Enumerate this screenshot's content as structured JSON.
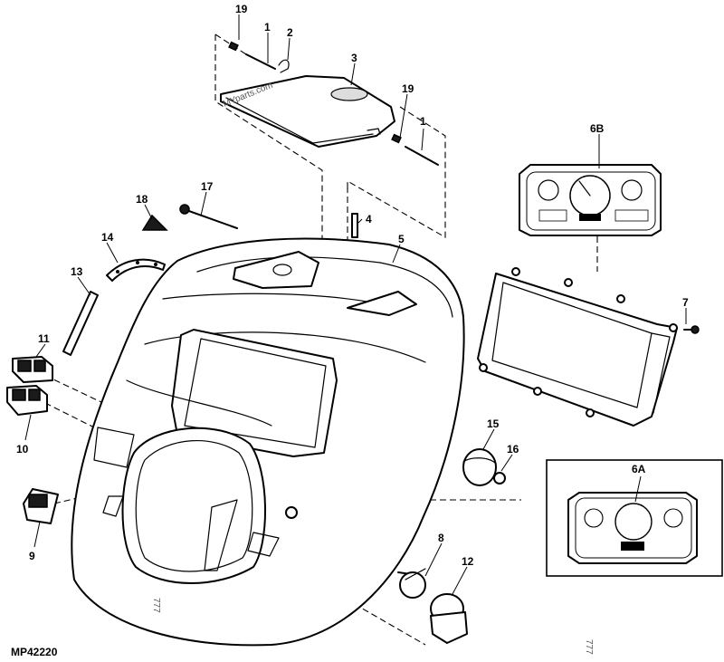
{
  "figure": {
    "code": "MP42220",
    "watermark": "MYparts.com",
    "corner_marks": [
      "777",
      "777"
    ]
  },
  "callouts": [
    {
      "id": "c1a",
      "label": "1"
    },
    {
      "id": "c2",
      "label": "2"
    },
    {
      "id": "c3",
      "label": "3"
    },
    {
      "id": "c19a",
      "label": "19"
    },
    {
      "id": "c19b",
      "label": "19"
    },
    {
      "id": "c1b",
      "label": "1"
    },
    {
      "id": "c6b",
      "label": "6B"
    },
    {
      "id": "c17",
      "label": "17"
    },
    {
      "id": "c18",
      "label": "18"
    },
    {
      "id": "c4",
      "label": "4"
    },
    {
      "id": "c5",
      "label": "5"
    },
    {
      "id": "c14",
      "label": "14"
    },
    {
      "id": "c13",
      "label": "13"
    },
    {
      "id": "c7",
      "label": "7"
    },
    {
      "id": "c11",
      "label": "11"
    },
    {
      "id": "c10",
      "label": "10"
    },
    {
      "id": "c15",
      "label": "15"
    },
    {
      "id": "c16",
      "label": "16"
    },
    {
      "id": "c6a",
      "label": "6A"
    },
    {
      "id": "c9",
      "label": "9"
    },
    {
      "id": "c8",
      "label": "8"
    },
    {
      "id": "c12",
      "label": "12"
    }
  ]
}
